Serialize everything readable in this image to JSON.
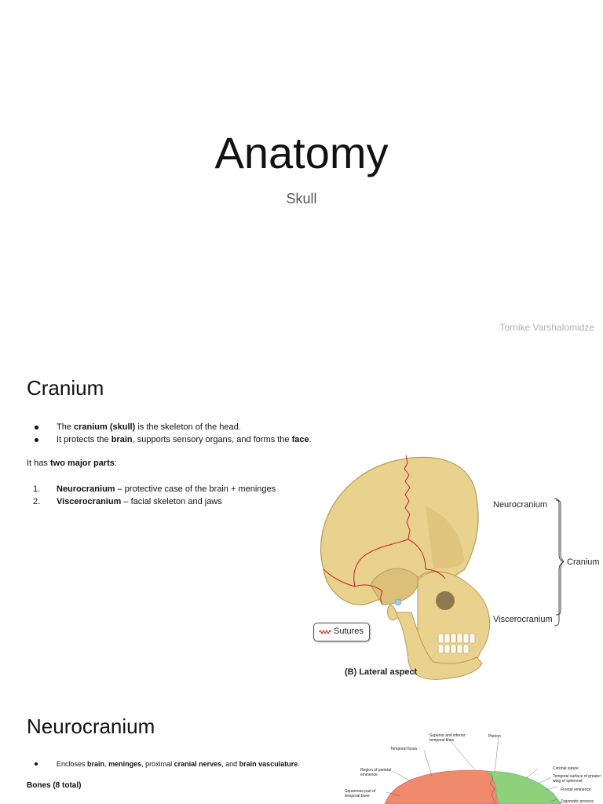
{
  "title_slide": {
    "title": "Anatomy",
    "subtitle": "Skull",
    "author": "Tornike Varshalomidze"
  },
  "cranium_slide": {
    "heading": "Cranium",
    "bullets": [
      {
        "pre": "The ",
        "b1": "cranium (skull)",
        "mid": " is the skeleton of the head.",
        "b2": "",
        "post": ""
      },
      {
        "pre": "It protects the ",
        "b1": "brain",
        "mid": ", supports sensory organs, and forms the ",
        "b2": "face",
        "post": "."
      }
    ],
    "intro": {
      "pre": "It has ",
      "bold": "two major parts",
      "post": ":"
    },
    "parts": [
      {
        "num": "1.",
        "bold": "Neurocranium",
        "rest": " – protective case of the brain + meninges"
      },
      {
        "num": "2.",
        "bold": "Viscerocranium",
        "rest": " – facial skeleton and jaws"
      }
    ],
    "figure": {
      "label_neurocranium": "Neurocranium",
      "label_cranium": "Cranium",
      "label_viscerocranium": "Viscerocranium",
      "legend": "Sutures",
      "caption": "(B) Lateral aspect",
      "bone_color": "#e9d28e",
      "suture_color": "#cc1f1f"
    }
  },
  "neurocranium_slide": {
    "heading": "Neurocranium",
    "bullet": {
      "p1": "Encloses ",
      "b1": "brain",
      "s1": ", ",
      "b2": "meninges",
      "s2": ", proximal ",
      "b3": "cranial nerves",
      "s3": ", and ",
      "b4": "brain vasculature",
      "s4": "."
    },
    "bones_title": "Bones (8 total)",
    "figure_labels": [
      "Superior and inferior temporal lines",
      "Pterion",
      "Temporal fossa",
      "Coronal suture",
      "Region of parietal eminence",
      "Temporal surface of greater wing of sphenoid",
      "Frontal eminence",
      "Squamous part of temporal bone",
      "Zygomatic process"
    ],
    "colors": {
      "parietal": "#f08a6c",
      "frontal": "#8fd17a"
    }
  }
}
